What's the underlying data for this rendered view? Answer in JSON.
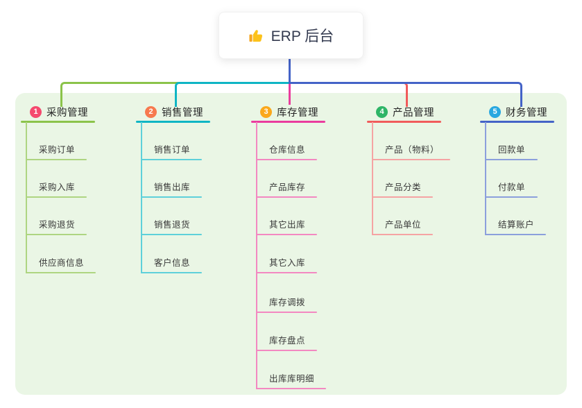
{
  "root": {
    "label": "ERP 后台",
    "icon": "thumbs-up"
  },
  "branches": [
    {
      "badge": "1",
      "label": "采购管理",
      "badge_color": "#f5496e",
      "line_color": "#8bc34a",
      "child_line_color": "#aed581",
      "children": [
        "采购订单",
        "采购入库",
        "采购退货",
        "供应商信息"
      ]
    },
    {
      "badge": "2",
      "label": "销售管理",
      "badge_color": "#f7794e",
      "line_color": "#0fb5c4",
      "child_line_color": "#5ed0da",
      "children": [
        "销售订单",
        "销售出库",
        "销售退货",
        "客户信息"
      ]
    },
    {
      "badge": "3",
      "label": "库存管理",
      "badge_color": "#fba81c",
      "line_color": "#ea3c9e",
      "child_line_color": "#f388c1",
      "children": [
        "仓库信息",
        "产品库存",
        "其它出库",
        "其它入库",
        "库存调拨",
        "库存盘点",
        "出库库明细"
      ]
    },
    {
      "badge": "4",
      "label": "产品管理",
      "badge_color": "#2eb567",
      "line_color": "#f15b5b",
      "child_line_color": "#f5a3a3",
      "children": [
        "产品（物料）",
        "产品分类",
        "产品单位"
      ]
    },
    {
      "badge": "5",
      "label": "财务管理",
      "badge_color": "#29a8e0",
      "line_color": "#4463c7",
      "child_line_color": "#8b9fdc",
      "children": [
        "回款单",
        "付款单",
        "结算账户"
      ]
    }
  ],
  "colors": {
    "canvas_bg": "#ffffff",
    "panel_bg": "#eaf6e5",
    "root_line": "#4463c7",
    "root_text": "#333a4f",
    "thumb_yellow": "#fcc21b",
    "thumb_cuff": "#f5a623"
  }
}
